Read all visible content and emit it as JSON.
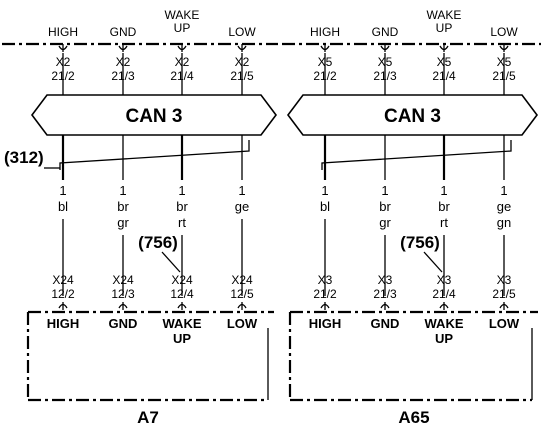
{
  "units": [
    {
      "top_pins": [
        "HIGH",
        "GND",
        "WAKE\nUP",
        "LOW"
      ],
      "top_connectors": [
        "X2\n21/2",
        "X2\n21/3",
        "X2\n21/4",
        "X2\n21/5"
      ],
      "bus_label": "CAN 3",
      "shield_ref": "(312)",
      "wire_codes": [
        "1\nbl",
        "1\nbr\ngr",
        "1\nbr\nrt",
        "1\nge"
      ],
      "ref_label": "(756)",
      "bottom_connectors": [
        "X24\n12/2",
        "X24\n12/3",
        "X24\n12/4",
        "X24\n12/5"
      ],
      "bottom_pins": [
        "HIGH",
        "GND",
        "WAKE\nUP",
        "LOW"
      ],
      "component": "A7"
    },
    {
      "top_pins": [
        "HIGH",
        "GND",
        "WAKE\nUP",
        "LOW"
      ],
      "top_connectors": [
        "X5\n21/2",
        "X5\n21/3",
        "X5\n21/4",
        "X5\n21/5"
      ],
      "bus_label": "CAN 3",
      "wire_codes": [
        "1\nbl",
        "1\nbr\ngr",
        "1\nbr\nrt",
        "1\nge\ngn"
      ],
      "ref_label": "(756)",
      "bottom_connectors": [
        "X3\n21/2",
        "X3\n21/3",
        "X3\n21/4",
        "X3\n21/5"
      ],
      "bottom_pins": [
        "HIGH",
        "GND",
        "WAKE\nUP",
        "LOW"
      ],
      "component": "A65"
    }
  ]
}
